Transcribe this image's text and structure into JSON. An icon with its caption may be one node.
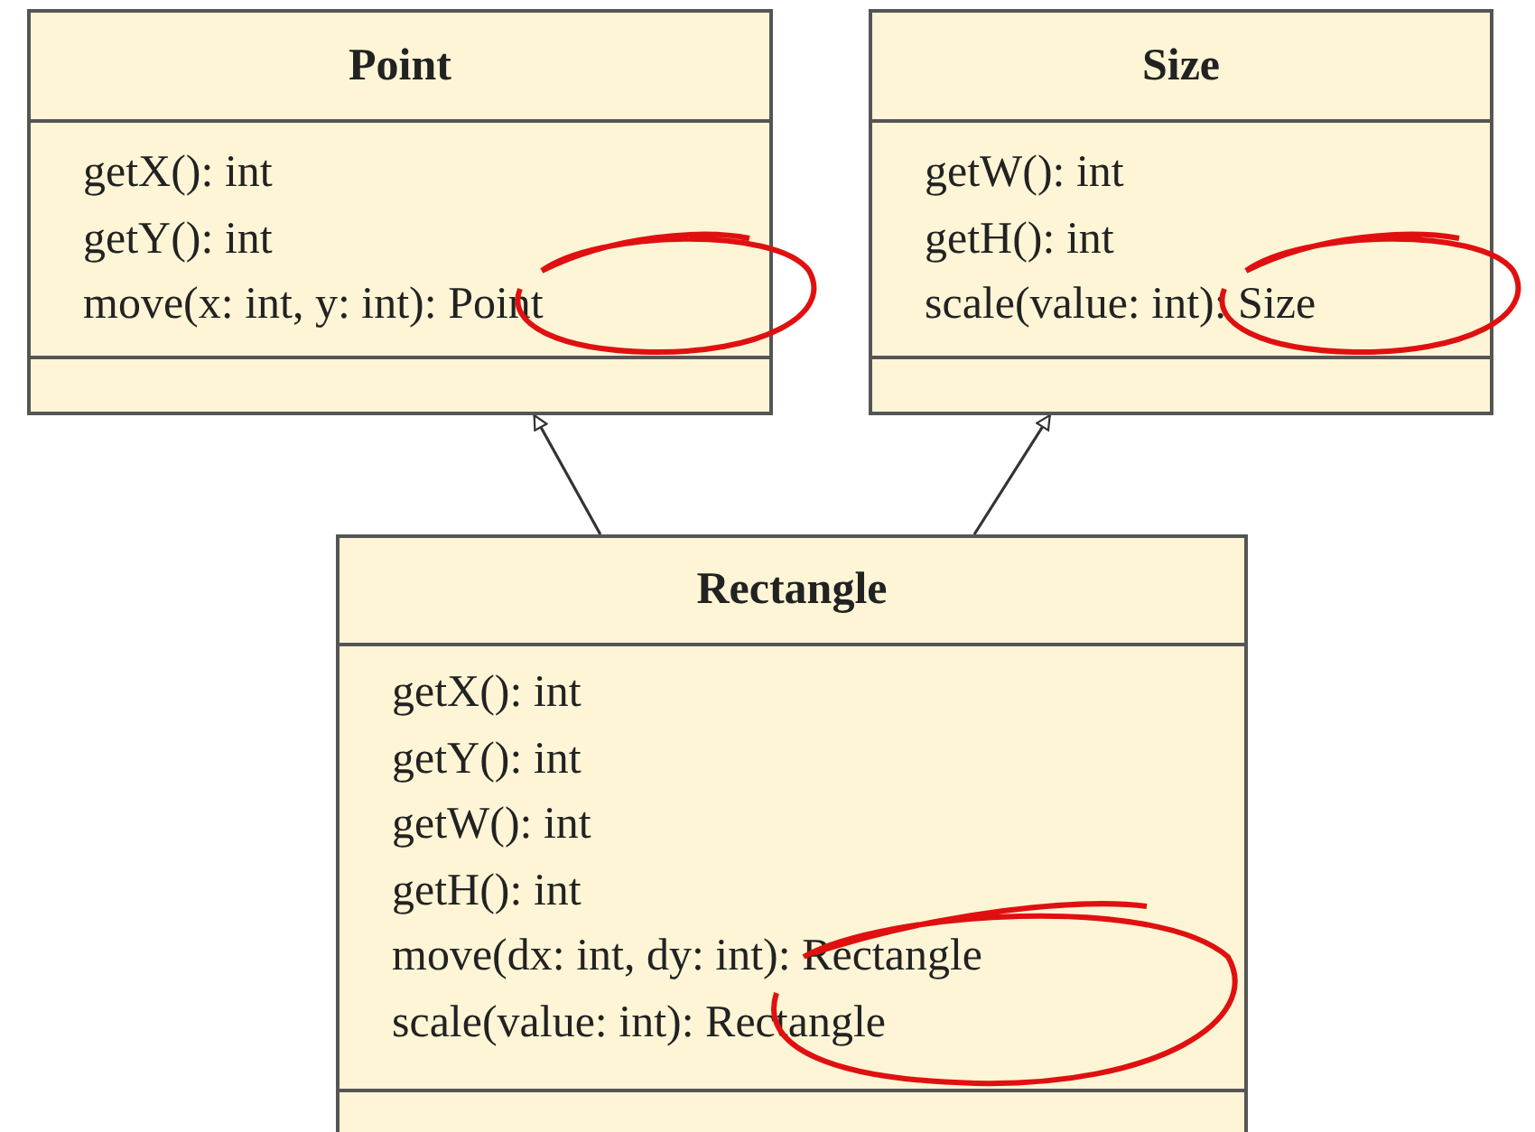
{
  "diagram": {
    "nodes": [
      {
        "text": [
          "Point",
          "getX(): int",
          "getY(): int",
          "move(x: int, y: int): Point"
        ]
      },
      {
        "text": [
          "Size",
          "getW(): int",
          "getH(): int",
          "scale(value: int): Size"
        ]
      },
      {
        "text": [
          "Rectangle",
          "getX(): int",
          "getY(): int",
          "getW(): int",
          "getH(): int",
          "move(dx: int, dy: int): Rectangle",
          "scale(value: int): Rectangle"
        ]
      }
    ],
    "edges": [
      {
        "from": 2,
        "to": 0,
        "arrow": "to"
      },
      {
        "from": 2,
        "to": 1,
        "arrow": "to"
      }
    ]
  }
}
